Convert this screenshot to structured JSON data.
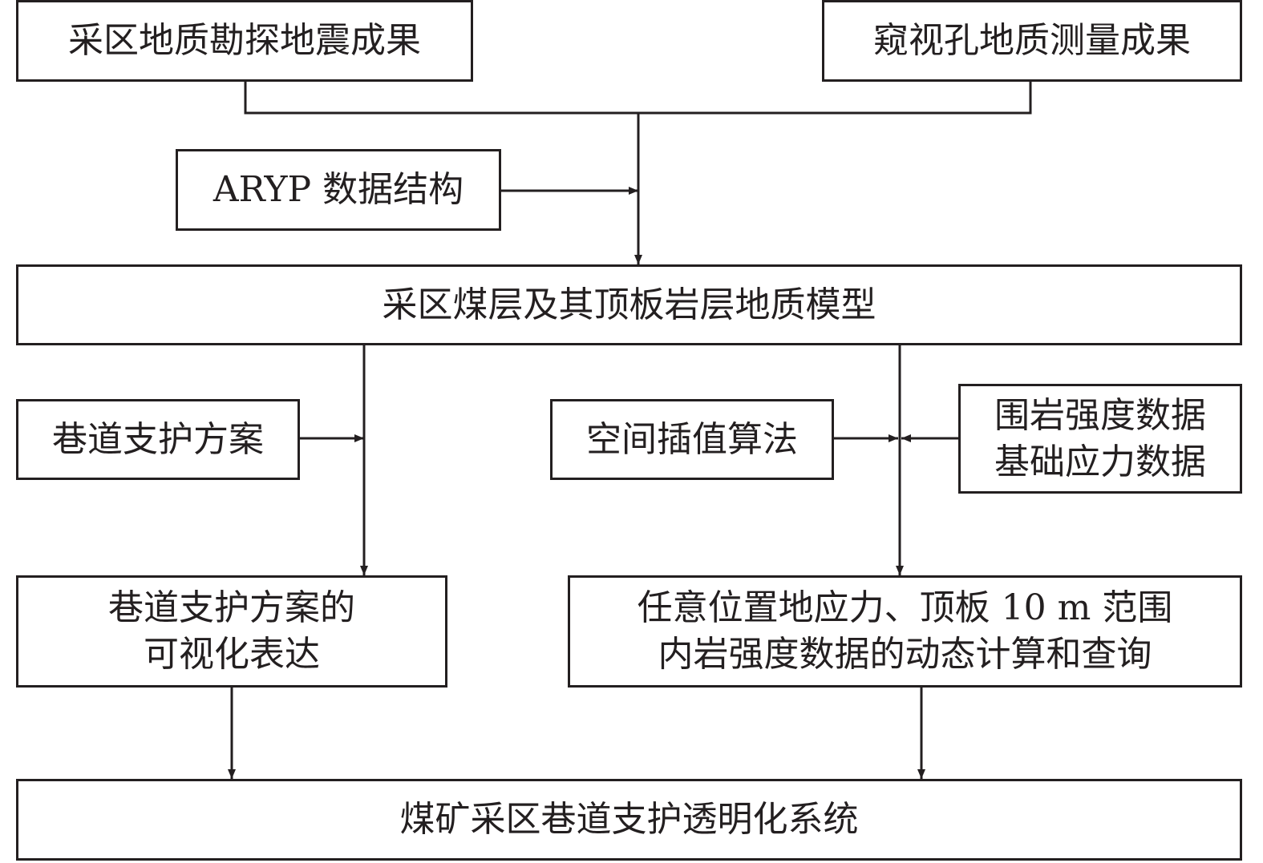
{
  "diagram": {
    "nodes": {
      "seismic": {
        "label": "采区地质勘探地震成果"
      },
      "borehole": {
        "label": "窥视孔地质测量成果"
      },
      "aryp": {
        "label": "ARYP 数据结构"
      },
      "geomodel": {
        "label": "采区煤层及其顶板岩层地质模型"
      },
      "support_plan": {
        "label": "巷道支护方案"
      },
      "interpolation": {
        "label": "空间插值算法"
      },
      "rock_data": {
        "lines": [
          "围岩强度数据",
          "基础应力数据"
        ]
      },
      "visualization": {
        "lines": [
          "巷道支护方案的",
          "可视化表达"
        ]
      },
      "dynamic_calc": {
        "lines": [
          "任意位置地应力、顶板 10 m 范围",
          "内岩强度数据的动态计算和查询"
        ]
      },
      "system": {
        "label": "煤矿采区巷道支护透明化系统"
      }
    },
    "edges": [
      {
        "from": "seismic",
        "to": "geomodel"
      },
      {
        "from": "borehole",
        "to": "geomodel"
      },
      {
        "from": "aryp",
        "to": "geomodel"
      },
      {
        "from": "geomodel",
        "to": "visualization"
      },
      {
        "from": "support_plan",
        "to": "visualization"
      },
      {
        "from": "geomodel",
        "to": "dynamic_calc"
      },
      {
        "from": "interpolation",
        "to": "dynamic_calc"
      },
      {
        "from": "rock_data",
        "to": "dynamic_calc"
      },
      {
        "from": "visualization",
        "to": "system"
      },
      {
        "from": "dynamic_calc",
        "to": "system"
      }
    ],
    "colors": {
      "stroke": "#231f20",
      "background": "#ffffff"
    }
  }
}
